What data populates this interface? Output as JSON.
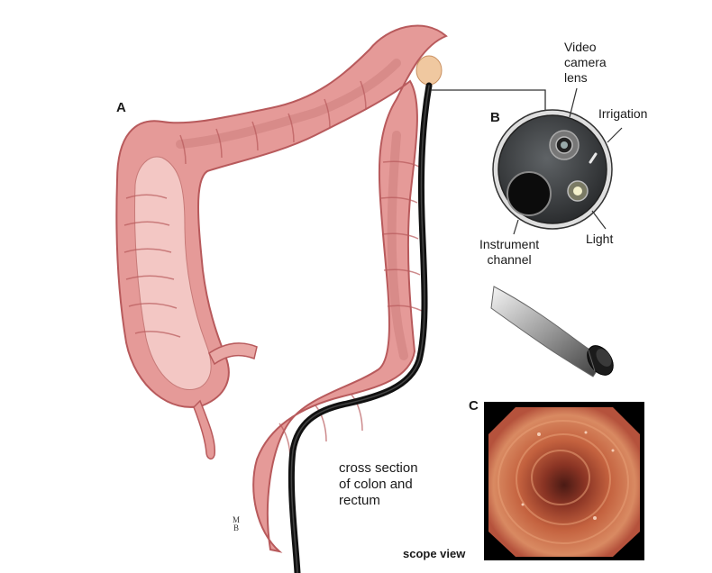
{
  "panels": {
    "a": "A",
    "b": "B",
    "c": "C"
  },
  "callouts": {
    "video_camera_lens": [
      "Video",
      "camera",
      "lens"
    ],
    "irrigation": "Irrigation",
    "instrument_channel": [
      "Instrument",
      "channel"
    ],
    "light": "Light"
  },
  "caption": [
    "cross section",
    "of colon and",
    "rectum"
  ],
  "scope_view_label": "scope view",
  "signature": [
    "M",
    "B"
  ],
  "colors": {
    "colon_wall": "#e59a98",
    "colon_edge": "#b85a5c",
    "colon_inner": "#f3c7c4",
    "scope_tube": "#111111",
    "tip_face": "#3a3d40",
    "endo_view": "#b5523c"
  }
}
